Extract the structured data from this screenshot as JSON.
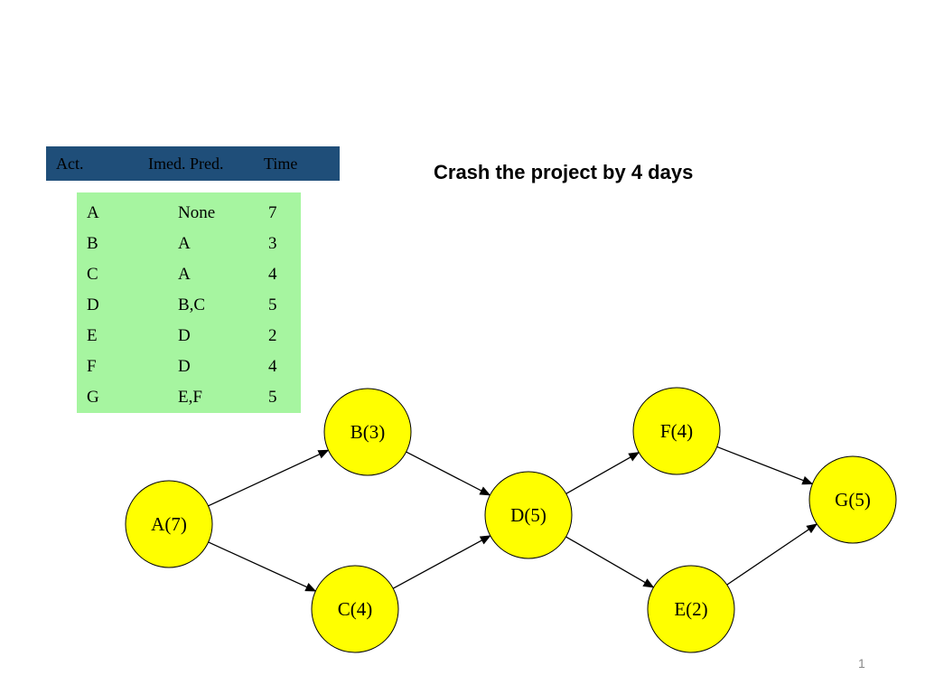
{
  "table": {
    "headers": {
      "act": "Act.",
      "pred": "Imed. Pred.",
      "time": "Time"
    },
    "rows": [
      {
        "act": "A",
        "pred": "None",
        "time": "7"
      },
      {
        "act": "B",
        "pred": "A",
        "time": "3"
      },
      {
        "act": "C",
        "pred": "A",
        "time": "4"
      },
      {
        "act": "D",
        "pred": "B,C",
        "time": "5"
      },
      {
        "act": "E",
        "pred": "D",
        "time": "2"
      },
      {
        "act": "F",
        "pred": "D",
        "time": "4"
      },
      {
        "act": "G",
        "pred": "E,F",
        "time": "5"
      }
    ]
  },
  "title": "Crash the project by 4 days",
  "network": {
    "nodes": [
      {
        "id": "A",
        "label": "A(7)"
      },
      {
        "id": "B",
        "label": "B(3)"
      },
      {
        "id": "C",
        "label": "C(4)"
      },
      {
        "id": "D",
        "label": "D(5)"
      },
      {
        "id": "E",
        "label": "E(2)"
      },
      {
        "id": "F",
        "label": "F(4)"
      },
      {
        "id": "G",
        "label": "G(5)"
      }
    ],
    "edges": [
      {
        "from": "A",
        "to": "B"
      },
      {
        "from": "A",
        "to": "C"
      },
      {
        "from": "B",
        "to": "D"
      },
      {
        "from": "C",
        "to": "D"
      },
      {
        "from": "D",
        "to": "F"
      },
      {
        "from": "D",
        "to": "E"
      },
      {
        "from": "F",
        "to": "G"
      },
      {
        "from": "E",
        "to": "G"
      }
    ]
  },
  "colors": {
    "header_bg": "#1f4e79",
    "table_bg": "#a6f5a0",
    "node_fill": "#ffff00"
  },
  "page_number": "1"
}
